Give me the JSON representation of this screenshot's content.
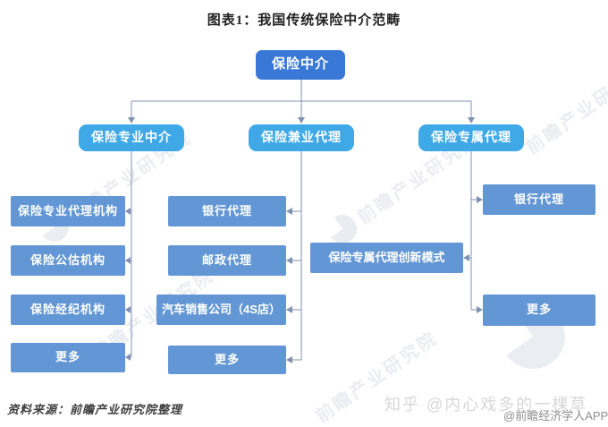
{
  "title": "图表1：我国传统保险中介范畴",
  "diagram": {
    "root": "保险中介",
    "branches": [
      {
        "label": "保险专业中介",
        "children": [
          "保险专业代理机构",
          "保险公估机构",
          "保险经纪机构",
          "更多"
        ]
      },
      {
        "label": "保险兼业代理",
        "children": [
          "银行代理",
          "邮政代理",
          "汽车销售公司（4S店）",
          "更多"
        ]
      },
      {
        "label": "保险专属代理",
        "children": [
          "银行代理",
          "保险专属代理创新模式",
          "更多"
        ]
      }
    ]
  },
  "colors": {
    "root_box": "#3a78d7",
    "level2_box": "#3fa9e8",
    "child_box": "#6296d4",
    "connector": "#8092b2"
  },
  "footer": {
    "source": "资料来源：前瞻产业研究院整理"
  },
  "watermarks": {
    "background": "前瞻产业研究院",
    "zhihu": "知乎 @内心戏多的一棵草",
    "app": "@前瞻经济学人APP"
  }
}
